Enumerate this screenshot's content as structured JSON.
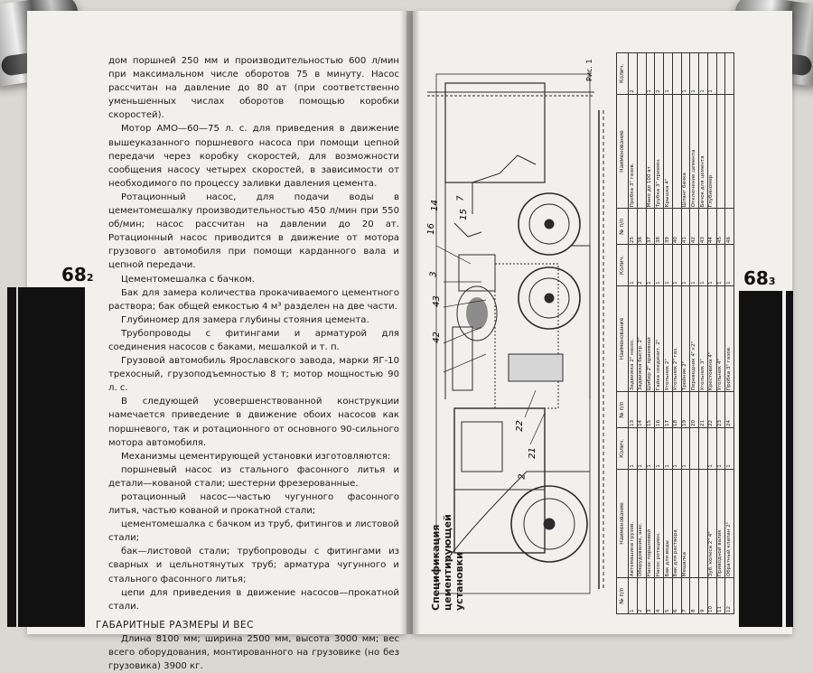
{
  "book": {
    "left_page_number": "68",
    "left_page_sub": "2",
    "right_page_number": "68",
    "right_page_sub": "3"
  },
  "left_page": {
    "paragraphs": [
      "дом поршней 250 мм и производительностью 600 л/мин при максимальном числе оборотов 75 в минуту. Насос рассчитан на давление до 80 ат (при соответственно уменьшенных числах оборотов помощью коробки скоростей).",
      "Мотор АМО—60—75 л. с. для приведения в движение вышеуказанного поршневого насоса при помощи цепной передачи через коробку скоростей, для возможности сообщения насосу четырех скоростей, в зависимости от необходимого по процессу заливки давления цемента.",
      "Ротационный насос, для подачи воды в цементомешалку производительностью 450 л/мин при 550 об/мин; насос рассчитан на давлении до 20 ат. Ротационный насос приводится в движение от мотора грузового автомобиля при помощи карданного вала и цепной передачи.",
      "Цементомешалка с бачком.",
      "Бак для замера количества прокачиваемого цементного раствора; бак общей емкостью 4 м³ разделен на две части.",
      "Глубиномер для замера глубины стояния цемента.",
      "Трубопроводы с фитингами и арматурой для соединения насосов с баками, мешалкой и т. п.",
      "Грузовой автомобиль Ярославского завода, марки ЯГ-10 трехосный, грузоподъемностью 8 т; мотор мощностью 90 л. с.",
      "В следующей усовершенствованной конструкции намечается приведение в движение обоих насосов как поршневого, так и ротационного от основного 90-сильного мотора автомобиля.",
      "Механизмы цементирующей установки изготовляются:",
      "поршневый насос из стального фасонного литья и детали—кованой стали; шестерни фрезерованные.",
      "ротационный насос—частью чугунного фасонного литья, частью кованой и прокатной стали;",
      "цементомешалка с бачком из труб, фитингов и листовой стали;",
      "бак—листовой стали; трубопроводы с фитингами из сварных и цельнотянутых труб; арматура чугунного и стального фасонного литья;",
      "цепи для приведения в движение насосов—прокатной стали."
    ],
    "section_heading": "Габаритные размеры и вес",
    "section_paragraph": "Длина 8100 мм; ширина 2500 мм, высота 3000 мм; вес всего оборудования, монтированного на грузовике (но без грузовика) 3900 кг."
  },
  "right_page": {
    "figure_label": "Рис. 1",
    "title": "Спецификация цементирующей установки",
    "callouts": [
      "16",
      "14",
      "7",
      "15",
      "3",
      "43",
      "42",
      "22",
      "2",
      "21"
    ],
    "spec_headers": [
      "№ п/п",
      "Наименование",
      "Колич.",
      "№ п/п",
      "Наименование",
      "Колич.",
      "№ п/п",
      "Наименование",
      "Колич."
    ],
    "spec_rows": [
      [
        "1",
        "Автомашина грузов.",
        "1",
        "13",
        "Задвижка 2\" насос.",
        "1",
        "25",
        "Пробка 3\" газов.",
        "2"
      ],
      [
        "2",
        "Оборудование, шас.",
        "1",
        "14",
        "Задвижка быстр. 2\"",
        "2",
        "36",
        "",
        ""
      ],
      [
        "3",
        "Насос поршневой",
        "1",
        "15",
        "Шибер 2\" приемной",
        "1",
        "37",
        "Мано до 100 ат",
        "1"
      ],
      [
        "4",
        "Насос ротацион.",
        "1",
        "16",
        "Гайка соединит. 2\"",
        "1",
        "38",
        "Трубка 3\" приемн.",
        "2"
      ],
      [
        "5",
        "Бак для воды",
        "1",
        "17",
        "Угольник 2\"",
        "1",
        "39",
        "Крышка 4\"",
        "1"
      ],
      [
        "6",
        "Бак для раствора",
        "1",
        "18",
        "Угольник 2\" газ.",
        "1",
        "40",
        "",
        ""
      ],
      [
        "7",
        "Мешалка",
        "1",
        "19",
        "Тройник 2\"",
        "1",
        "41",
        "Шланг бачка",
        "1"
      ],
      [
        "8",
        "",
        "",
        "20",
        "Переводник 4\"×2\"",
        "1",
        "42",
        "Отключение цемента",
        "1"
      ],
      [
        "9",
        "",
        "",
        "21",
        "Угольник 3\"",
        "1",
        "43",
        "Бачок для цемента",
        "1"
      ],
      [
        "10",
        "Зуб. колеса 2\" 4\"",
        "1",
        "22",
        "Крестовина 4\"",
        "1",
        "44",
        "Глубиномер",
        "1"
      ],
      [
        "11",
        "Приводной валик",
        "1",
        "23",
        "Угольник 4\"",
        "1",
        "45",
        "",
        ""
      ],
      [
        "12",
        "Обратный клапан 2\"",
        "1",
        "24",
        "Пробка 3\" газов.",
        "1",
        "46",
        "",
        ""
      ]
    ]
  }
}
